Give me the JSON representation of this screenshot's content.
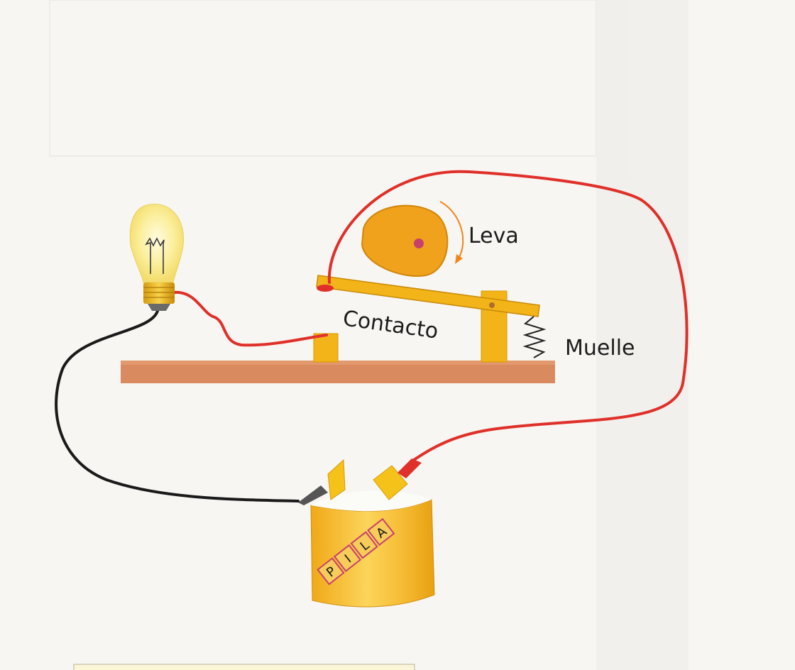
{
  "labels": {
    "leva": "Leva",
    "contacto": "Contacto",
    "muelle": "Muelle",
    "pila": [
      "P",
      "I",
      "L",
      "A"
    ]
  },
  "colors": {
    "red_wire": "#e0302a",
    "black_wire": "#1a1a1a",
    "base_board": "#d98a5e",
    "yellow_metal": "#f2b418",
    "cam_orange": "#f0a21c",
    "cam_pivot": "#c8406a",
    "bulb_glow": "#fbee9a",
    "battery": "#f5b92a"
  },
  "icons": [
    "light-bulb-icon",
    "battery-icon",
    "spring-icon",
    "cam-icon",
    "rotation-arrow-icon"
  ]
}
